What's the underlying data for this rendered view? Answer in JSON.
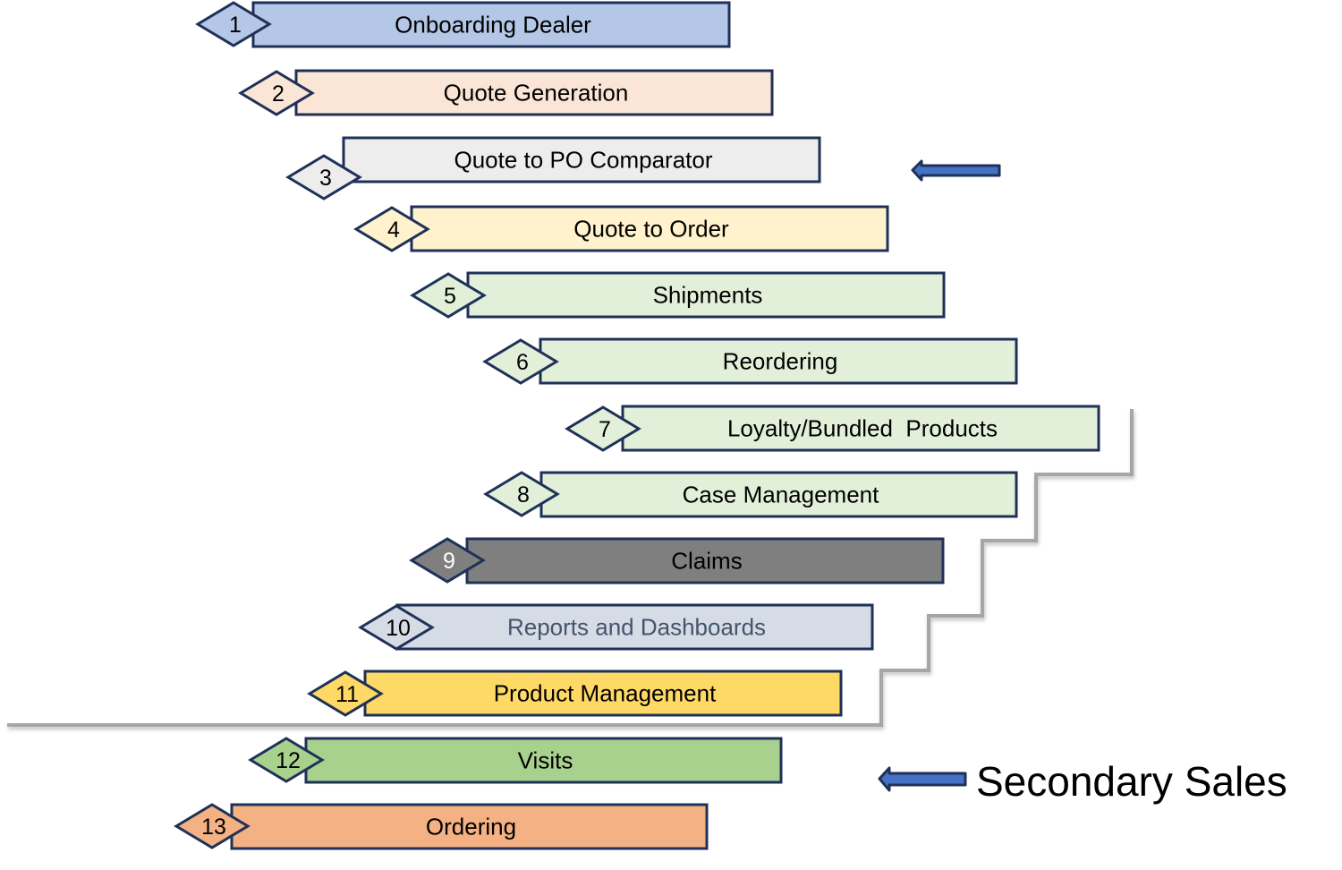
{
  "diagram": {
    "title": "",
    "steps": [
      {
        "number": "1",
        "label": "Onboarding Dealer",
        "fill": "#B4C7E7",
        "text_color": "#000000",
        "number_color": "#000000"
      },
      {
        "number": "2",
        "label": "Quote Generation",
        "fill": "#FBE5D6",
        "text_color": "#000000",
        "number_color": "#000000"
      },
      {
        "number": "3",
        "label": "Quote to PO Comparator",
        "fill": "#EDEDED",
        "text_color": "#000000",
        "number_color": "#000000"
      },
      {
        "number": "4",
        "label": "Quote to Order",
        "fill": "#FFF2CC",
        "text_color": "#000000",
        "number_color": "#000000"
      },
      {
        "number": "5",
        "label": "Shipments",
        "fill": "#E2F0D9",
        "text_color": "#000000",
        "number_color": "#000000"
      },
      {
        "number": "6",
        "label": "Reordering",
        "fill": "#E2F0D9",
        "text_color": "#000000",
        "number_color": "#000000"
      },
      {
        "number": "7",
        "label": "Loyalty/Bundled  Products",
        "fill": "#E2F0D9",
        "text_color": "#000000",
        "number_color": "#000000"
      },
      {
        "number": "8",
        "label": "Case Management",
        "fill": "#E2F0D9",
        "text_color": "#000000",
        "number_color": "#000000"
      },
      {
        "number": "9",
        "label": "Claims",
        "fill": "#7F7F7F",
        "text_color": "#000000",
        "number_color": "#FFFFFF"
      },
      {
        "number": "10",
        "label": "Reports and Dashboards",
        "fill": "#D6DCE5",
        "text_color": "#44546A",
        "number_color": "#000000"
      },
      {
        "number": "11",
        "label": "Product Management",
        "fill": "#FFD966",
        "text_color": "#000000",
        "number_color": "#000000"
      },
      {
        "number": "12",
        "label": "Visits",
        "fill": "#A9D18E",
        "text_color": "#000000",
        "number_color": "#000000"
      },
      {
        "number": "13",
        "label": "Ordering",
        "fill": "#F4B183",
        "text_color": "#000000",
        "number_color": "#000000"
      }
    ],
    "annotations": {
      "secondary_sales_label": "Secondary Sales"
    },
    "colors": {
      "outline": "#1F3158",
      "arrow_fill": "#4472C4",
      "staircase_line": "#A6A6A6"
    }
  }
}
